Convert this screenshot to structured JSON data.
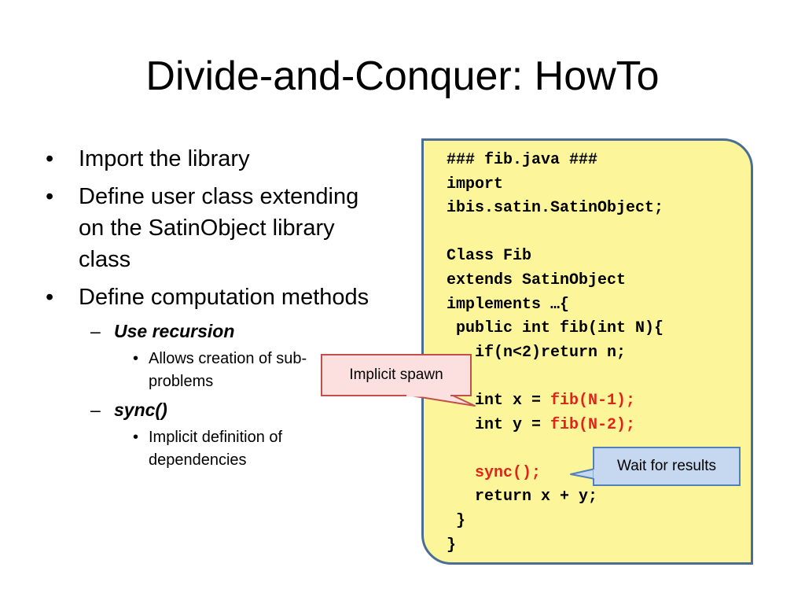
{
  "slide": {
    "title": "Divide-and-Conquer: HowTo",
    "bullets": [
      "Import the library",
      "Define user class extending on the SatinObject library class",
      "Define computation methods"
    ],
    "sub_bullets": {
      "recursion": "Use recursion",
      "recursion_detail": "Allows creation of sub-problems",
      "sync": "sync()",
      "sync_detail": "Implicit definition of dependencies"
    },
    "code": {
      "line1": "### fib.java ###",
      "line2": "import",
      "line3": "ibis.satin.SatinObject;",
      "line4": "Class Fib",
      "line5": "extends SatinObject",
      "line6": "implements …{",
      "line7": " public int fib(int N){",
      "line8": "   if(n<2)return n;",
      "line9a": "   int x = ",
      "line9b": "fib(N-1);",
      "line10a": "   int y = ",
      "line10b": "fib(N-2);",
      "line11": "   sync();",
      "line12": "   return x + y;",
      "line13": " }",
      "line14": "}"
    },
    "callouts": {
      "spawn": "Implicit spawn",
      "wait": "Wait for results"
    },
    "colors": {
      "code_background": "#fdf59a",
      "code_border": "#4a6d96",
      "highlight": "#e0241b",
      "spawn_fill": "#fce0df",
      "wait_fill": "#c5d8f0"
    }
  }
}
